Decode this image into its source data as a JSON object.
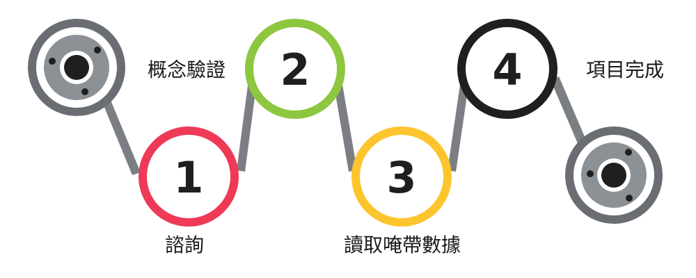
{
  "colors": {
    "belt": "#7b7f84",
    "pulley_outer": "#6a6e73",
    "pulley_mid": "#8c9196",
    "pulley_hub": "#1f1f1f",
    "step1": "#ee3a57",
    "step2": "#8dc63f",
    "step3": "#fdc52d",
    "step4": "#1f1f1f",
    "number_text": "#1f1f1f"
  },
  "steps": [
    {
      "number": "1",
      "label": "諮詢"
    },
    {
      "number": "2",
      "label": "概念驗證"
    },
    {
      "number": "3",
      "label": "讀取唵帶數據"
    },
    {
      "number": "4",
      "label": "項目完成"
    }
  ],
  "pulleys": [
    {
      "name": "start-pulley-icon"
    },
    {
      "name": "end-pulley-icon"
    }
  ]
}
